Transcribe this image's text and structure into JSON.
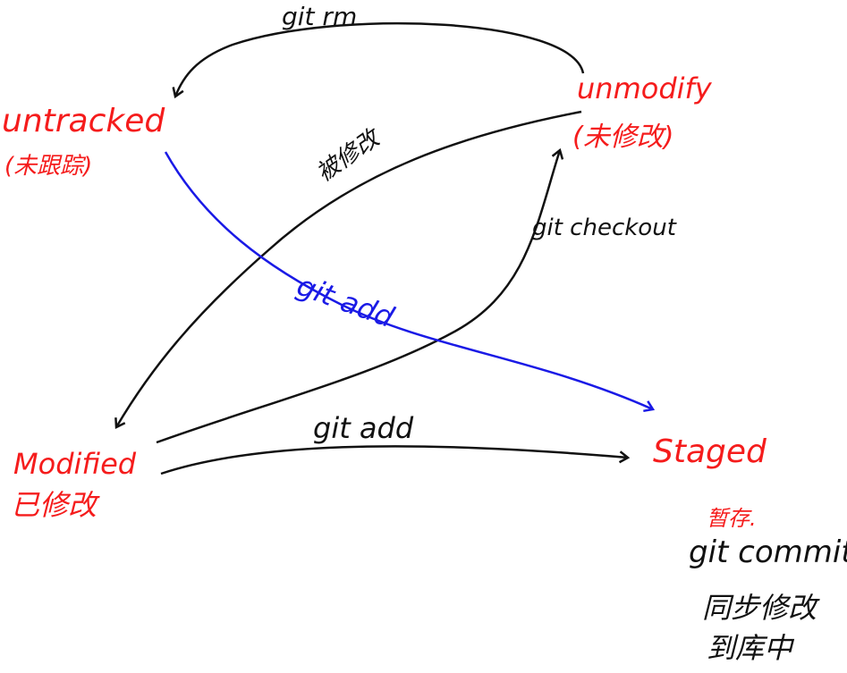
{
  "colors": {
    "state": "#f51c1c",
    "arrow": "#111111",
    "add_path": "#1a1ae6"
  },
  "states": {
    "untracked": {
      "name": "untracked",
      "cn": "(未跟踪)"
    },
    "unmodify": {
      "name": "unmodify",
      "cn": "(未修改)"
    },
    "modified": {
      "name": "Modified",
      "cn": "已修改"
    },
    "staged": {
      "name": "Staged",
      "cn": "暂存."
    }
  },
  "transitions": {
    "git_rm": "git rm",
    "modified_edge": "被修改",
    "git_checkout": "git checkout",
    "git_add_untracked": "git add",
    "git_add_modified": "git add",
    "git_commit": "git commit",
    "commit_note_line1": "同步修改",
    "commit_note_line2": "到库中"
  }
}
